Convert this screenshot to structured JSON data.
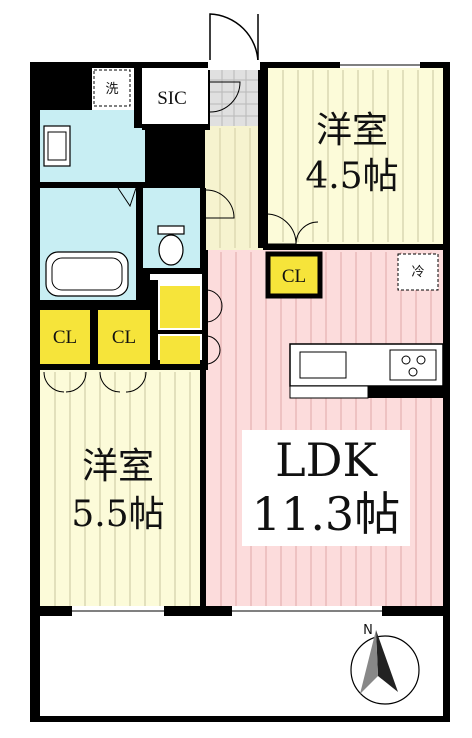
{
  "rooms": {
    "western_room_a": {
      "name": "洋室",
      "size": "4.5帖"
    },
    "western_room_b": {
      "name": "洋室",
      "size": "5.5帖"
    },
    "ldk": {
      "name": "LDK",
      "size": "11.3帖"
    }
  },
  "labels": {
    "laundry": "洗",
    "sic": "SIC",
    "fridge": "冷",
    "closet": "CL",
    "north": "N"
  },
  "colors": {
    "wall": "#000000",
    "western_floor": "#fcfbd9",
    "ldk_floor": "#fcdcdc",
    "wet_area": "#c8eef3",
    "closet": "#f6e43a",
    "corridor": "#f6f3cf",
    "genkan_tile": "#e0e0e0"
  }
}
